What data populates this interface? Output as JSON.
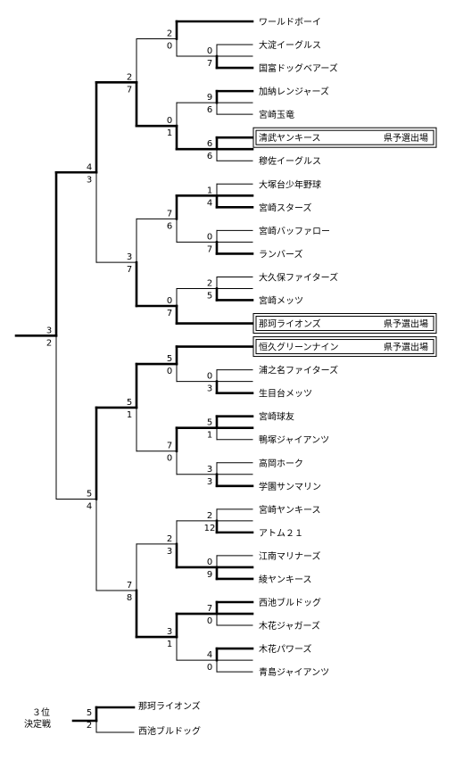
{
  "teams": [
    {
      "name": "ワールドボーイ"
    },
    {
      "name": "大淀イーグルス"
    },
    {
      "name": "国富ドッグベアーズ"
    },
    {
      "name": "加納レンジャーズ"
    },
    {
      "name": "宮崎玉竜"
    },
    {
      "name": "清武ヤンキース",
      "note": "県予選出場",
      "boxed": true
    },
    {
      "name": "穆佐イーグルス"
    },
    {
      "name": "大塚台少年野球"
    },
    {
      "name": "宮崎スターズ"
    },
    {
      "name": "宮崎バッファロー"
    },
    {
      "name": "ランバーズ"
    },
    {
      "name": "大久保ファイターズ"
    },
    {
      "name": "宮崎メッツ"
    },
    {
      "name": "那珂ライオンズ",
      "note": "県予選出場",
      "boxed": true
    },
    {
      "name": "恒久グリーンナイン",
      "note": "県予選出場",
      "boxed": true
    },
    {
      "name": "浦之名ファイターズ"
    },
    {
      "name": "生目台メッツ"
    },
    {
      "name": "宮崎球友"
    },
    {
      "name": "鴨塚ジャイアンツ"
    },
    {
      "name": "高岡ホーク"
    },
    {
      "name": "学園サンマリン"
    },
    {
      "name": "宮崎ヤンキース"
    },
    {
      "name": "アトム２１"
    },
    {
      "name": "江南マリナーズ"
    },
    {
      "name": "綾ヤンキース"
    },
    {
      "name": "西池ブルドッグ"
    },
    {
      "name": "木花ジャガーズ"
    },
    {
      "name": "木花パワーズ"
    },
    {
      "name": "青島ジャイアンツ"
    }
  ],
  "matches": [
    {
      "id": "A",
      "a": 1,
      "b": 2,
      "sa": "0",
      "sb": "7",
      "winner": "b"
    },
    {
      "id": "B",
      "a": 0,
      "b": "A",
      "sa": "2",
      "sb": "0",
      "winner": "a"
    },
    {
      "id": "C",
      "a": 3,
      "b": 4,
      "sa": "9",
      "sb": "6",
      "winner": "a"
    },
    {
      "id": "D",
      "a": 5,
      "b": 6,
      "sa": "6",
      "sb": "6",
      "winner": "a"
    },
    {
      "id": "E",
      "a": "C",
      "b": "D",
      "sa": "0",
      "sb": "1",
      "winner": "b"
    },
    {
      "id": "F",
      "a": "B",
      "b": "E",
      "sa": "2",
      "sb": "7",
      "winner": "b"
    },
    {
      "id": "G",
      "a": 7,
      "b": 8,
      "sa": "1",
      "sb": "4",
      "winner": "b"
    },
    {
      "id": "H",
      "a": 9,
      "b": 10,
      "sa": "0",
      "sb": "7",
      "winner": "b"
    },
    {
      "id": "I",
      "a": "G",
      "b": "H",
      "sa": "7",
      "sb": "6",
      "winner": "a"
    },
    {
      "id": "J",
      "a": 11,
      "b": 12,
      "sa": "2",
      "sb": "5",
      "winner": "b"
    },
    {
      "id": "K",
      "a": "J",
      "b": 13,
      "sa": "0",
      "sb": "7",
      "winner": "b"
    },
    {
      "id": "L",
      "a": "I",
      "b": "K",
      "sa": "3",
      "sb": "7",
      "winner": "b"
    },
    {
      "id": "M",
      "a": "F",
      "b": "L",
      "sa": "4",
      "sb": "3",
      "winner": "a"
    },
    {
      "id": "N",
      "a": 15,
      "b": 16,
      "sa": "0",
      "sb": "3",
      "winner": "b"
    },
    {
      "id": "O",
      "a": 14,
      "b": "N",
      "sa": "5",
      "sb": "0",
      "winner": "a"
    },
    {
      "id": "P",
      "a": 17,
      "b": 18,
      "sa": "5",
      "sb": "1",
      "winner": "a"
    },
    {
      "id": "Q",
      "a": 19,
      "b": 20,
      "sa": "3",
      "sb": "3",
      "winner": "b"
    },
    {
      "id": "R",
      "a": "P",
      "b": "Q",
      "sa": "7",
      "sb": "0",
      "winner": "a"
    },
    {
      "id": "S",
      "a": "O",
      "b": "R",
      "sa": "5",
      "sb": "1",
      "winner": "a"
    },
    {
      "id": "T",
      "a": 21,
      "b": 22,
      "sa": "2",
      "sb": "12",
      "winner": "b"
    },
    {
      "id": "U",
      "a": 23,
      "b": 24,
      "sa": "0",
      "sb": "9",
      "winner": "b"
    },
    {
      "id": "V",
      "a": "T",
      "b": "U",
      "sa": "2",
      "sb": "3",
      "winner": "b"
    },
    {
      "id": "W",
      "a": 25,
      "b": 26,
      "sa": "7",
      "sb": "0",
      "winner": "a"
    },
    {
      "id": "X",
      "a": 27,
      "b": 28,
      "sa": "4",
      "sb": "0",
      "winner": "a"
    },
    {
      "id": "Y",
      "a": "W",
      "b": "X",
      "sa": "3",
      "sb": "1",
      "winner": "a"
    },
    {
      "id": "Z",
      "a": "V",
      "b": "Y",
      "sa": "7",
      "sb": "8",
      "winner": "b"
    },
    {
      "id": "AA",
      "a": "S",
      "b": "Z",
      "sa": "5",
      "sb": "4",
      "winner": "a"
    },
    {
      "id": "FINAL",
      "a": "M",
      "b": "AA",
      "sa": "3",
      "sb": "2",
      "winner": "a"
    }
  ],
  "third_place": {
    "caption_line1": "３位",
    "caption_line2": "決定戦",
    "team_a": "那珂ライオンズ",
    "team_b": "西池ブルドッグ",
    "score_a": "5",
    "score_b": "2",
    "winner": "a"
  }
}
